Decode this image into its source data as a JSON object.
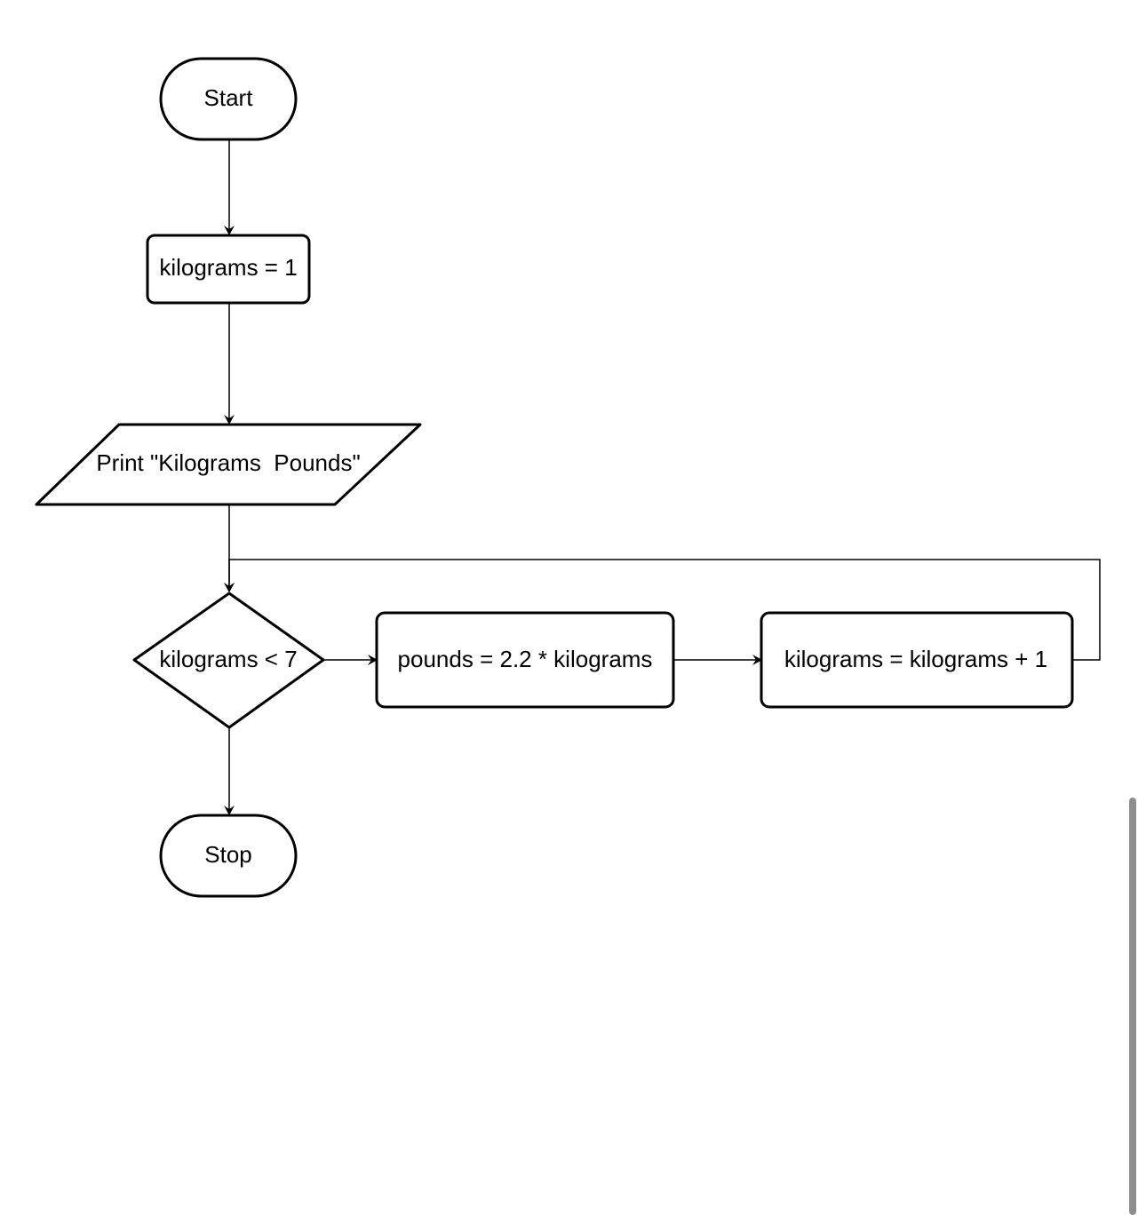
{
  "flowchart": {
    "nodes": {
      "start": {
        "label": "Start",
        "shape": "terminator"
      },
      "init": {
        "label": "kilograms = 1",
        "shape": "process"
      },
      "print_header": {
        "label": "Print \"Kilograms  Pounds\"",
        "shape": "input-output"
      },
      "condition": {
        "label": "kilograms < 7",
        "shape": "decision"
      },
      "compute": {
        "label": "pounds = 2.2 * kilograms",
        "shape": "process"
      },
      "increment": {
        "label": "kilograms = kilograms + 1",
        "shape": "process"
      },
      "stop": {
        "label": "Stop",
        "shape": "terminator"
      }
    },
    "edges": [
      {
        "from": "start",
        "to": "init"
      },
      {
        "from": "init",
        "to": "print_header"
      },
      {
        "from": "print_header",
        "to": "condition"
      },
      {
        "from": "condition",
        "to": "compute"
      },
      {
        "from": "compute",
        "to": "increment"
      },
      {
        "from": "increment",
        "to": "condition"
      },
      {
        "from": "condition",
        "to": "stop"
      }
    ]
  }
}
